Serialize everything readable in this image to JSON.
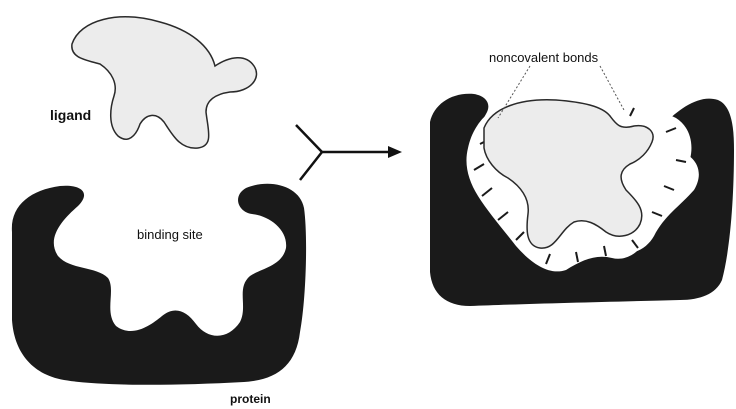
{
  "labels": {
    "ligand": "ligand",
    "binding_site": "binding site",
    "protein": "protein",
    "noncovalent_bonds": "noncovalent bonds"
  },
  "colors": {
    "protein": "#1a1a1a",
    "ligand_fill": "#ececec",
    "ligand_stroke": "#2a2a2a",
    "arrow": "#111111",
    "bond_lines": "#ffffff"
  }
}
